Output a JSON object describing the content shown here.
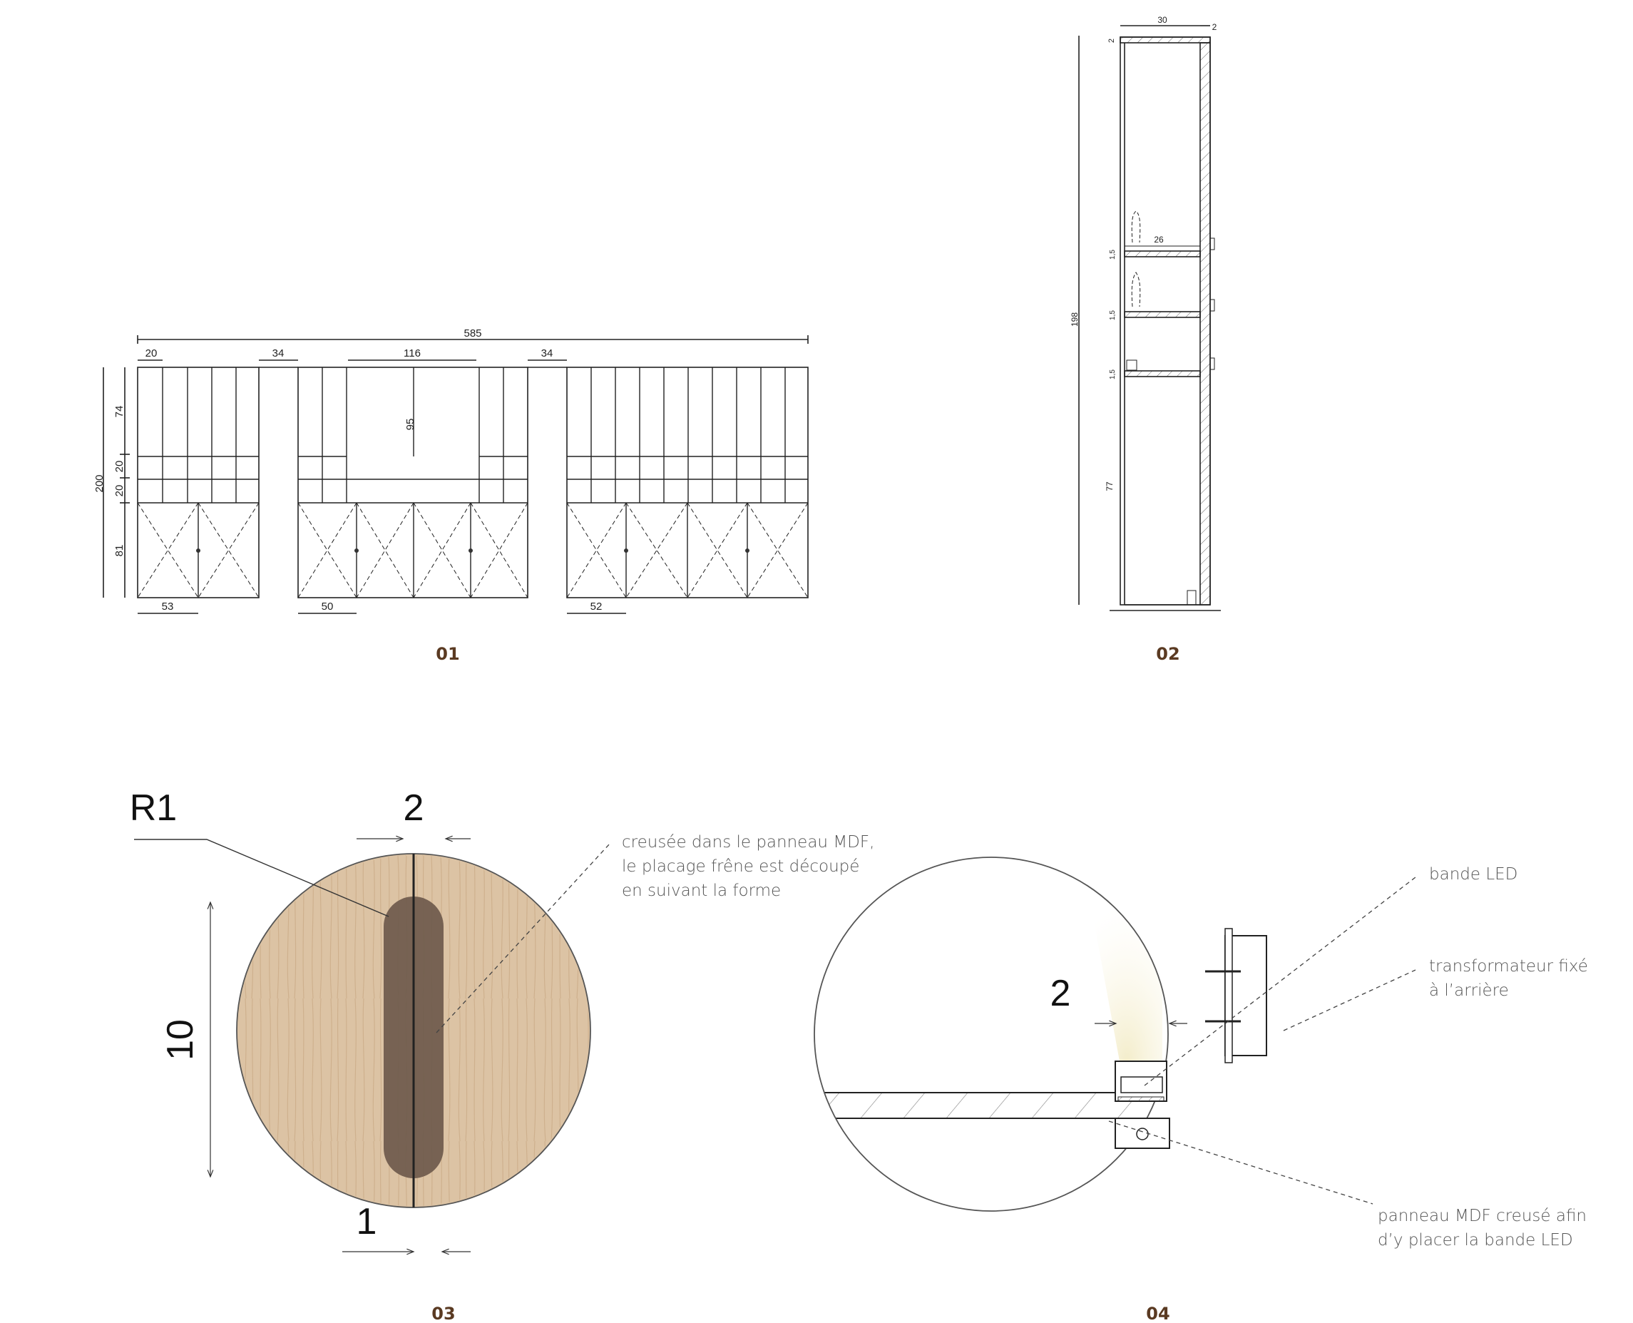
{
  "captions": [
    "01",
    "02",
    "03",
    "04"
  ],
  "elevation": {
    "dims_top": {
      "overall": "585",
      "col1": "20",
      "gap1": "34",
      "center": "116",
      "gap2": "34"
    },
    "dims_left": {
      "total": "200",
      "upper": "74",
      "mid1": "20",
      "mid2": "20",
      "lower": "81"
    },
    "center_height": "95",
    "dims_bottom": {
      "left": "53",
      "mid": "50",
      "right": "52"
    }
  },
  "section": {
    "depth": "30",
    "side": "2",
    "top_thickness": "2",
    "shelf_depth": "26",
    "height": "198",
    "shelf_thk_1": "1,5",
    "shelf_thk_2": "1,5",
    "shelf_thk_3": "1,5",
    "lower_height": "77"
  },
  "handle": {
    "radius": "R1",
    "width_top": "2",
    "height": "10",
    "width_bottom": "1",
    "note": [
      "creusée dans le panneau MDF,",
      "le placage frêne est découpé",
      "en suivant la forme"
    ]
  },
  "led": {
    "gap": "2",
    "label_led": "bande LED",
    "label_transfo": [
      "transformateur fixé",
      "à l’arrière"
    ],
    "label_mdf": [
      "panneau MDF creusé afin",
      "d’y placer la bande LED"
    ]
  },
  "colors": {
    "wood": "#dcc3a4",
    "groove": "#6e5a4c",
    "caption": "#5a3a22",
    "line": "#222222"
  }
}
